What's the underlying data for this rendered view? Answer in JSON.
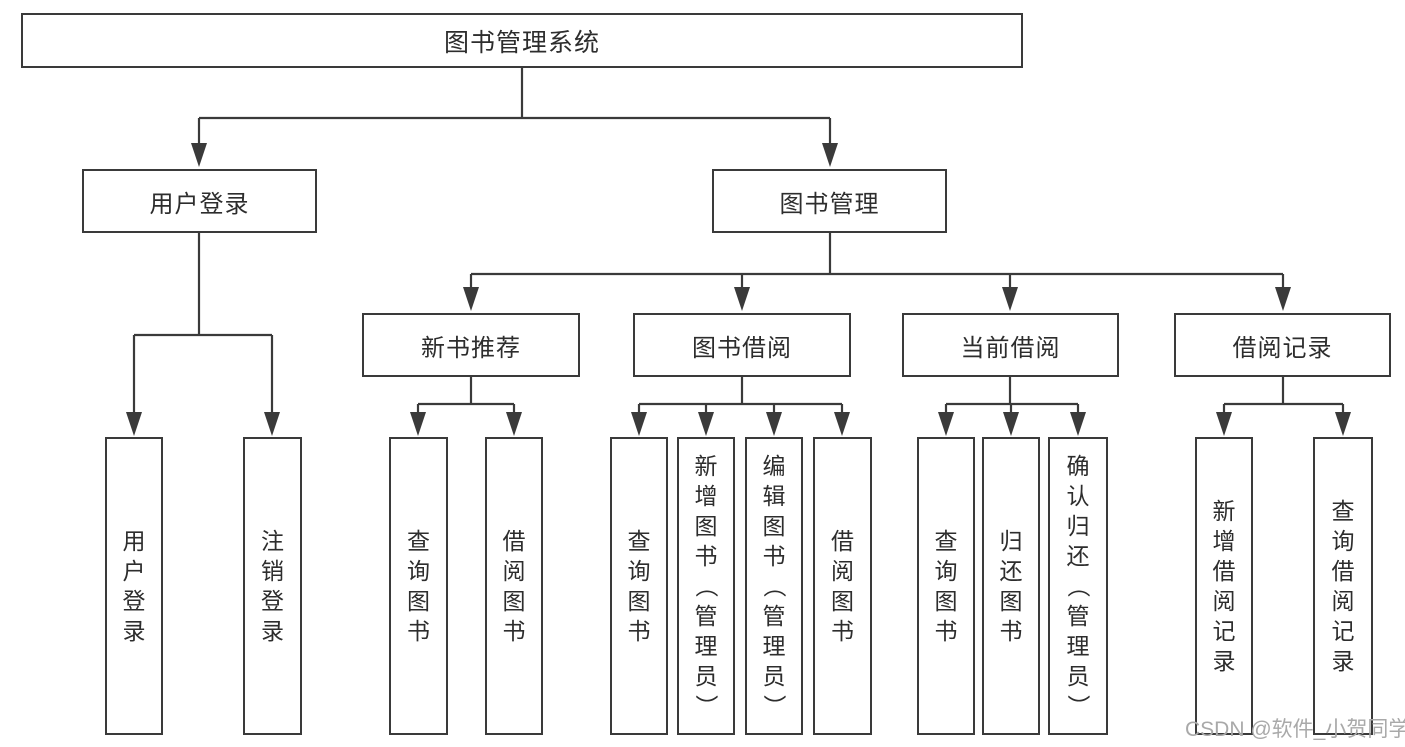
{
  "diagram": {
    "root": {
      "label": "图书管理系统"
    },
    "level2": {
      "user_login": {
        "label": "用户登录"
      },
      "book_management": {
        "label": "图书管理"
      }
    },
    "level3": {
      "new_book_recommend": {
        "label": "新书推荐"
      },
      "book_borrow": {
        "label": "图书借阅"
      },
      "current_borrow": {
        "label": "当前借阅"
      },
      "borrow_record": {
        "label": "借阅记录"
      }
    },
    "leaves": {
      "user_login_login": {
        "label": "用户登录"
      },
      "user_login_logout": {
        "label": "注销登录"
      },
      "recommend_query_book": {
        "label": "查询图书"
      },
      "recommend_borrow_book": {
        "label": "借阅图书"
      },
      "borrow_query_book": {
        "label": "查询图书"
      },
      "borrow_add_book": {
        "label": "新增图书（管理员）"
      },
      "borrow_edit_book": {
        "label": "编辑图书（管理员）"
      },
      "borrow_borrow_book": {
        "label": "借阅图书"
      },
      "current_query_book": {
        "label": "查询图书"
      },
      "current_return_book": {
        "label": "归还图书"
      },
      "current_confirm_return": {
        "label": "确认归还（管理员）"
      },
      "record_add_record": {
        "label": "新增借阅记录"
      },
      "record_query_record": {
        "label": "查询借阅记录"
      }
    }
  },
  "watermark": {
    "text": "CSDN @软件_小贺同学"
  },
  "colors": {
    "line": "#3a3a3a",
    "box_border": "#3a3a3a",
    "text": "#2d2d2d",
    "watermark": "#a9a9a9",
    "background": "#ffffff"
  }
}
